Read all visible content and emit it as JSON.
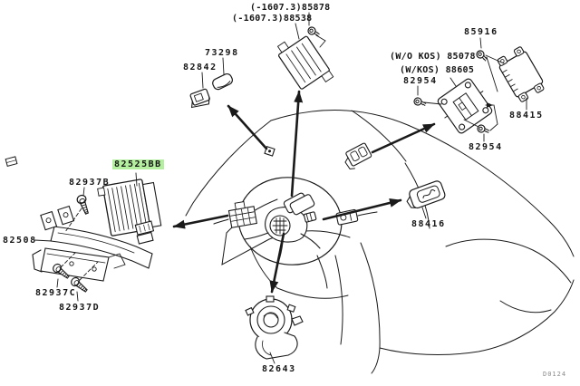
{
  "canvas": {
    "background": "#ffffff",
    "line_color": "#1a1a1a",
    "highlight_color": "#b4ef9f"
  },
  "doc_code": "D0124",
  "labels": [
    {
      "id": "85878",
      "text": "(-1607.3)85878"
    },
    {
      "id": "88538",
      "text": "(-1607.3)88538"
    },
    {
      "id": "73298",
      "text": "73298"
    },
    {
      "id": "82842",
      "text": "82842"
    },
    {
      "id": "85916",
      "text": "85916"
    },
    {
      "id": "85078",
      "text": "(W/O KOS) 85078"
    },
    {
      "id": "88605",
      "text": "(W/KOS) 88605"
    },
    {
      "id": "82954_left",
      "text": "82954"
    },
    {
      "id": "88415",
      "text": "88415"
    },
    {
      "id": "82954_right",
      "text": "82954"
    },
    {
      "id": "88416",
      "text": "88416"
    },
    {
      "id": "82525BB",
      "text": "82525BB",
      "highlighted": true
    },
    {
      "id": "82937B",
      "text": "82937B"
    },
    {
      "id": "82508",
      "text": "82508"
    },
    {
      "id": "82937C",
      "text": "82937C"
    },
    {
      "id": "82937D",
      "text": "82937D"
    },
    {
      "id": "82643",
      "text": "82643"
    }
  ]
}
